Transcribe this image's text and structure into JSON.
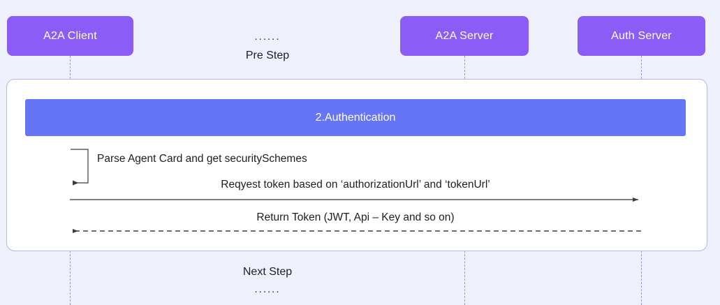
{
  "theme": {
    "background": "#eef0fb",
    "participant_fill": "#8b5cf6",
    "participant_text": "#ffffff",
    "banner_fill": "#6575f5",
    "banner_text": "#ffffff",
    "fragment_background": "#ffffff",
    "fragment_border": "#b9b6ec",
    "lifeline_color": "#9a96d8",
    "message_line_color": "#555555",
    "text_color": "#1d1d24"
  },
  "participants": [
    {
      "id": "a2a-client",
      "label": "A2A Client"
    },
    {
      "id": "a2a-server",
      "label": "A2A Server"
    },
    {
      "id": "auth-server",
      "label": "Auth Server"
    }
  ],
  "annotations": {
    "pre_step": {
      "dots": "......",
      "label": "Pre Step"
    },
    "next_step": {
      "label": "Next Step",
      "dots": "......"
    }
  },
  "fragment": {
    "banner_label": "2.Authentication"
  },
  "messages": [
    {
      "id": "parse-agent-card",
      "label": "Parse Agent Card and get securitySchemes",
      "from": "a2a-client",
      "to": "a2a-client",
      "style": "solid",
      "kind": "self-loop"
    },
    {
      "id": "request-token",
      "label": "Reqyest token based on ‘authorizationUrl’ and ‘tokenUrl’",
      "from": "a2a-client",
      "to": "auth-server",
      "style": "solid",
      "kind": "call"
    },
    {
      "id": "return-token",
      "label": "Return Token (JWT, Api – Key and so on)",
      "from": "auth-server",
      "to": "a2a-client",
      "style": "dashed",
      "kind": "return"
    }
  ]
}
